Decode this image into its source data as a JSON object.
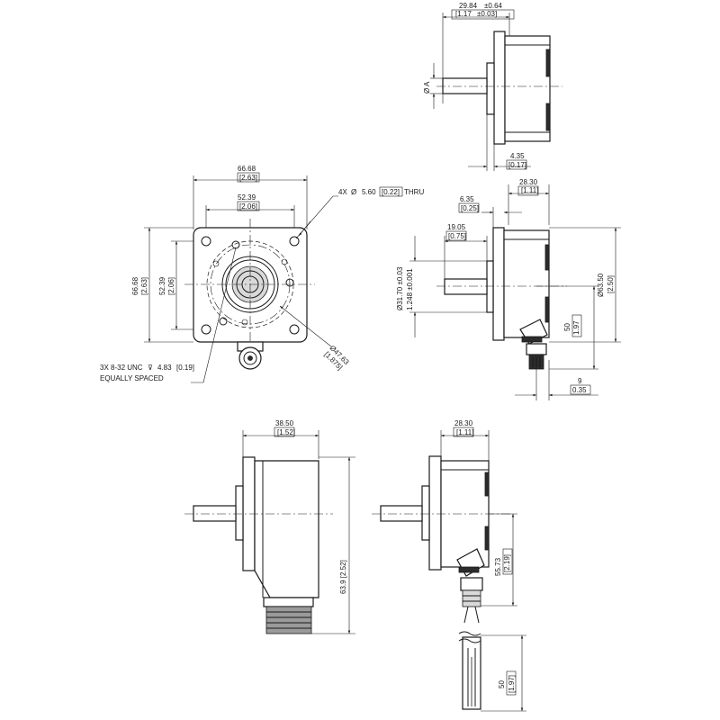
{
  "top_view": {
    "width": "29.84",
    "width_tol": "±0.64",
    "width_in": "[1.17",
    "width_in_tol": "±0.03]",
    "phi_a": "Ø A",
    "flange_t": "4.35",
    "flange_t_in": "[0.17]"
  },
  "front_view": {
    "width_outer": "66.68",
    "width_outer_in": "[2.63]",
    "width_inner": "52.39",
    "width_inner_in": "[2.06]",
    "height_outer": "66.68",
    "height_outer_in": "[2.63]",
    "height_inner": "52.39",
    "height_inner_in": "[2.06]",
    "hole_note_1": "4X",
    "hole_note_2": "Ø",
    "hole_note_3": "5.60",
    "hole_note_4": "[0.22]",
    "hole_note_5": "THRU",
    "bolt_circle": "Ø47.63",
    "bolt_circle_in": "[1.875]",
    "thread_note_1": "3X 8-32 UNC",
    "thread_note_2": "4.83",
    "thread_note_3": "[0.19]",
    "thread_note_4": "EQUALLY SPACED"
  },
  "side_view": {
    "depth": "28.30",
    "depth_in": "[1.11]",
    "pilot": "6.35",
    "pilot_in": "[0.25]",
    "shaft_len": "19.05",
    "shaft_len_in": "[0.75]",
    "pilot_dia": "Ø31.70 ±0.03",
    "pilot_dia_in": "1.248 ±0.001",
    "body_dia": "Ø63.50",
    "body_dia_in": "[2.50]",
    "conn_h": "50",
    "conn_h_in": "1.97",
    "conn_off": "9",
    "conn_off_in": "0.35"
  },
  "bottom_left": {
    "depth": "38.50",
    "depth_in": "[1.52]",
    "height": "63.9 [2.52]"
  },
  "bottom_right": {
    "depth": "28.30",
    "depth_in": "[1.11]",
    "gland_h": "55.73",
    "gland_h_in": "[2.19]",
    "cable_len": "50",
    "cable_len_in": "[1.97]"
  },
  "colors": {
    "ink": "#1a1a1a",
    "dark_fill": "#2c2c2c",
    "grey_fill": "#9a9a9a"
  }
}
